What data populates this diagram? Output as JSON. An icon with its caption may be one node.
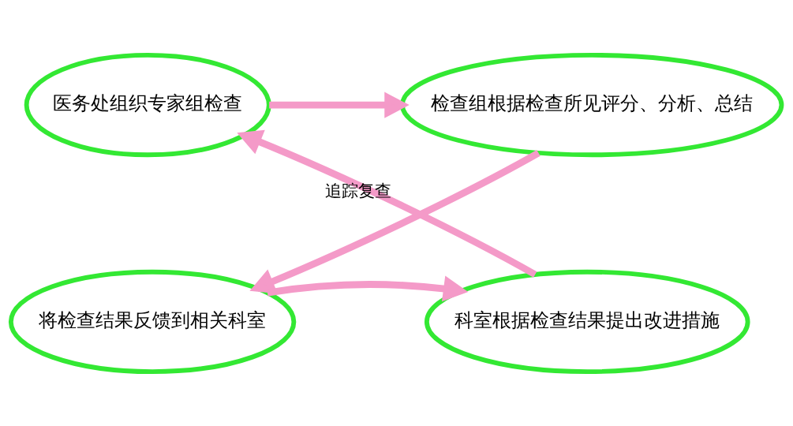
{
  "diagram": {
    "nodes": [
      {
        "text": [
          "医务处组织专家组检查"
        ]
      },
      {
        "text": [
          "检查组根据检查所见评分、分析、总结"
        ]
      },
      {
        "text": [
          "科室根据检查结果提出改进措施"
        ]
      },
      {
        "text": [
          "将检查结果反馈到相关科室"
        ]
      }
    ],
    "edges": [
      {
        "from": 0,
        "to": 1,
        "arrow": "to"
      },
      {
        "from": 1,
        "to": 3,
        "arrow": "to"
      },
      {
        "from": 3,
        "to": 2,
        "arrow": "to"
      },
      {
        "from": 2,
        "to": 0,
        "arrow": "to",
        "label": "追踪复查"
      }
    ]
  }
}
